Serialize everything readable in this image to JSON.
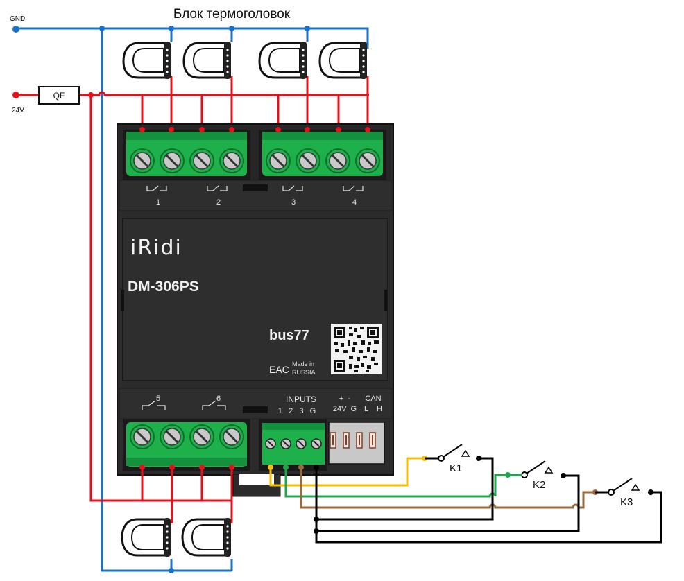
{
  "title": "Блок термоголовок",
  "power": {
    "gnd_label": "GND",
    "v24_label": "24V",
    "breaker_label": "QF"
  },
  "device": {
    "brand": "iRidi",
    "model": "DM-306PS",
    "bus_logo": "bus77",
    "made_in_1": "Made in",
    "made_in_2": "RUSSIA",
    "cert_mark": "EAC",
    "relay_labels_top": [
      "1",
      "2",
      "3",
      "4"
    ],
    "relay_labels_bottom": [
      "5",
      "6"
    ],
    "inputs_title": "INPUTS",
    "inputs_numbers": "1   2   3   G",
    "power_pins_top": "+  -",
    "power_pins_bottom": "24V  G",
    "can_top": "CAN",
    "can_bottom": "L    H"
  },
  "switches": [
    "K1",
    "K2",
    "K3"
  ],
  "colors": {
    "wire_gnd": "#1a73c9",
    "wire_24v": "#e8111b",
    "wire_k1": "#f5be00",
    "wire_k2": "#1aa84a",
    "wire_k3": "#9a6a3a",
    "wire_common": "#000000",
    "terminal_green": "#1eb04b",
    "housing": "#2b2b2b"
  }
}
